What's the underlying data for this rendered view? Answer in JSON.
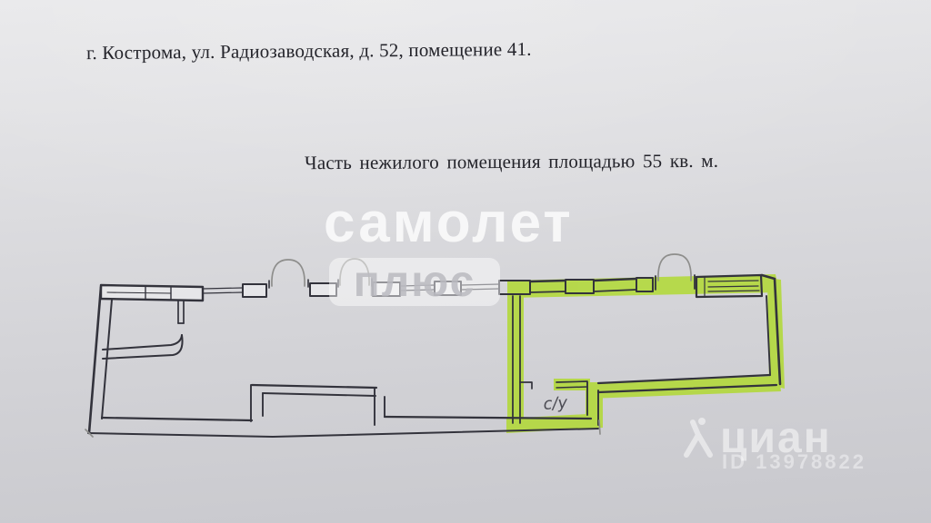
{
  "document": {
    "address_line": "г. Кострома,  ул. Радиозаводская, д. 52, помещение 41.",
    "description_line": "Часть  нежилого  помещения площадью  55 кв. м."
  },
  "watermarks": {
    "samolet": {
      "text": "самолет",
      "badge_text": "плюс"
    },
    "cian": {
      "text": "циан",
      "id_text": "ID 13978822"
    }
  },
  "floor_plan": {
    "room_label": "с/у",
    "highlight_color": "#b2d938",
    "ink_color": "#33333c",
    "pencil_color": "#8e8e8c",
    "paper_color": "#d7d7db"
  }
}
